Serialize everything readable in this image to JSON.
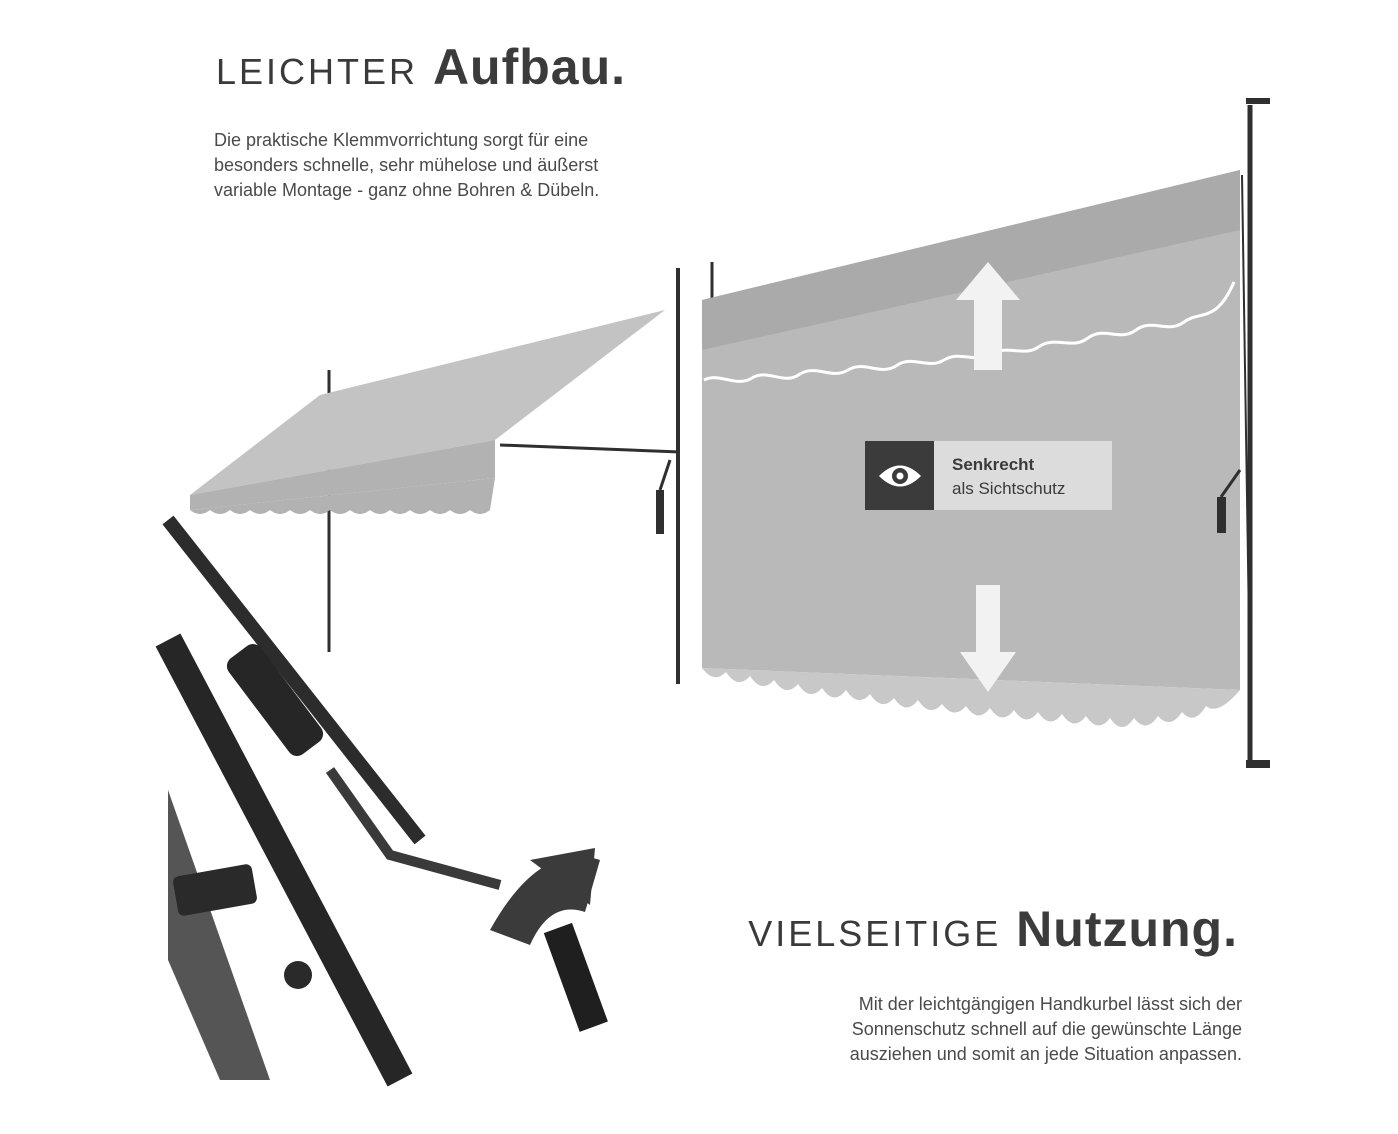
{
  "top": {
    "title_light": "LEICHTER",
    "title_bold": "Aufbau.",
    "paragraph_lines": [
      "Die praktische Klemmvorrichtung sorgt für eine",
      "besonders schnelle, sehr mühelose und äußerst",
      "variable Montage - ganz ohne Bohren & Dübeln."
    ]
  },
  "badge": {
    "icon": "eye-icon",
    "line1": "Senkrecht",
    "line2": "als Sichtschutz"
  },
  "bottom": {
    "title_light": "VIELSEITIGE",
    "title_bold": "Nutzung.",
    "paragraph_lines": [
      "Mit der leichtgängigen Handkurbel lässt sich der",
      "Sonnenschutz schnell auf die gewünschte Länge",
      "ausziehen und somit an jede Situation anpassen."
    ]
  },
  "colors": {
    "fabric": "#b9b9b9",
    "fabric_dark": "#a6a6a6",
    "pole": "#2f2f2f",
    "badge_bg": "#dcdcdc",
    "badge_icon_bg": "#3b3b3b"
  }
}
